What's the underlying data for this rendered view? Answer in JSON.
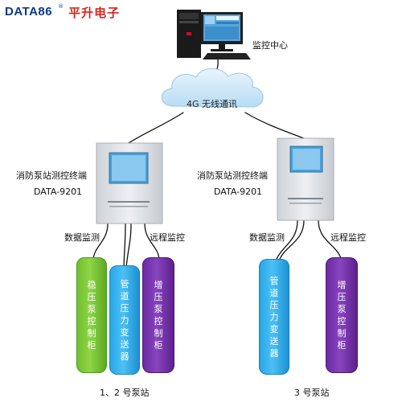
{
  "brand": {
    "latin": "DATA86",
    "registered": "®",
    "chinese": "平升电子"
  },
  "monitor_center": {
    "label": "监控中心"
  },
  "network": {
    "label": "4G 无线通讯"
  },
  "terminals": [
    {
      "title": "消防泵站测控终端",
      "model": "DATA-9201"
    },
    {
      "title": "消防泵站测控终端",
      "model": "DATA-9201"
    }
  ],
  "links": {
    "data_monitor": "数据监测",
    "remote_control": "远程监控"
  },
  "station_groups": [
    {
      "label": "1、2 号泵站",
      "cabinets": [
        {
          "text": "稳压泵控制柜",
          "color": "green"
        },
        {
          "text": "管道压力变送器",
          "color": "blue"
        },
        {
          "text": "增压泵控制柜",
          "color": "purple"
        }
      ]
    },
    {
      "label": "3 号泵站",
      "cabinets": [
        {
          "text": "管道压力变送器",
          "color": "blue"
        },
        {
          "text": "增压泵控制柜",
          "color": "purple"
        }
      ]
    }
  ],
  "colors": {
    "cable": "#111111",
    "cloud": "#cfe6f7",
    "box": "#d9dde1"
  }
}
